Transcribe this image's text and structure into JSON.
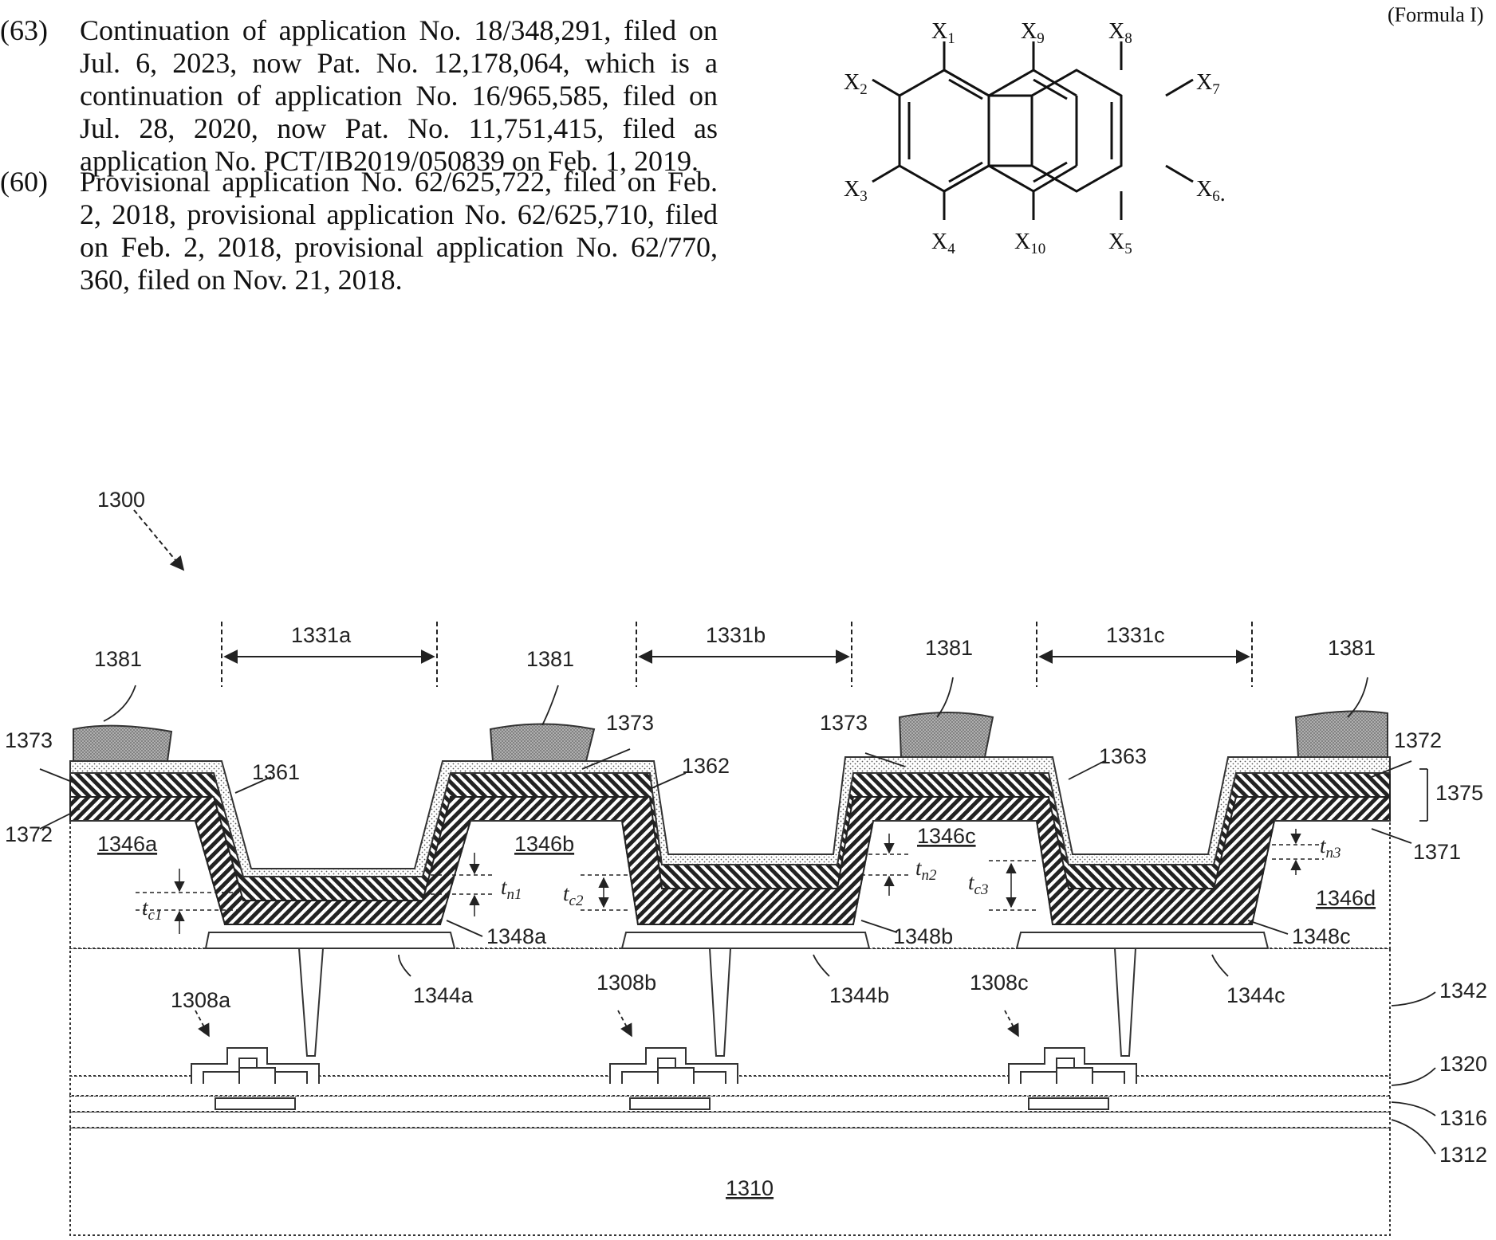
{
  "entries": [
    {
      "num": "(63)",
      "text": "Continuation of application No. 18/348,291, filed on Jul. 6, 2023, now Pat. No. 12,178,064, which is a continuation of application No. 16/965,585, filed on Jul. 28, 2020, now Pat. No. 11,751,415, filed as application No. PCT/IB2019/050839 on Feb. 1, 2019."
    },
    {
      "num": "(60)",
      "text": "Provisional application No. 62/625,722, filed on Feb. 2, 2018, provisional application No. 62/625,710, filed on Feb. 2, 2018, provisional application No. 62/770, 360, filed on Nov. 21, 2018."
    }
  ],
  "formula": {
    "tag": "(Formula I)",
    "labels": {
      "x1": {
        "base": "X",
        "sub": "1"
      },
      "x2": {
        "base": "X",
        "sub": "2"
      },
      "x3": {
        "base": "X",
        "sub": "3"
      },
      "x4": {
        "base": "X",
        "sub": "4"
      },
      "x5": {
        "base": "X",
        "sub": "5"
      },
      "x6": {
        "base": "X",
        "sub": "6",
        "suffix": "."
      },
      "x7": {
        "base": "X",
        "sub": "7"
      },
      "x8": {
        "base": "X",
        "sub": "8"
      },
      "x9": {
        "base": "X",
        "sub": "9"
      },
      "x10": {
        "base": "X",
        "sub": "10"
      }
    }
  },
  "figure": {
    "ref_main": "1300",
    "spans": [
      "1331a",
      "1331b",
      "1331c"
    ],
    "cap": "1381",
    "l1373": "1373",
    "l1372": "1372",
    "l1375": "1375",
    "l1371": "1371",
    "l1361": "1361",
    "l1362": "1362",
    "l1363": "1363",
    "banks": [
      "1346a",
      "1346b",
      "1346c",
      "1346d"
    ],
    "anodes": [
      "1348a",
      "1348b",
      "1348c"
    ],
    "vias": [
      "1344a",
      "1344b",
      "1344c"
    ],
    "tfts": [
      "1308a",
      "1308b",
      "1308c"
    ],
    "l1342": "1342",
    "l1320": "1320",
    "l1316": "1316",
    "l1312": "1312",
    "l1310": "1310",
    "t": {
      "base": "t",
      "c1": "c1",
      "c2": "c2",
      "c3": "c3",
      "n1": "n1",
      "n2": "n2",
      "n3": "n3"
    }
  }
}
